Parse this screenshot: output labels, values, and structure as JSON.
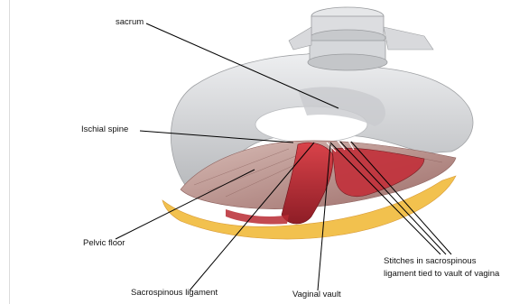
{
  "figure": {
    "labels": {
      "sacrum": "sacrum",
      "ischial_spine": "Ischial spine",
      "pelvic_floor": "Pelvic floor",
      "sacrospinous_ligament": "Sacrospinous ligament",
      "vaginal_vault": "Vaginal vault",
      "stitches_line1": "Stitches in sacrospinous",
      "stitches_line2": "ligament tied to vault of vagina"
    },
    "colors": {
      "bone": "#d9dadc",
      "bone_shadow": "#a9abae",
      "muscle": "#c9a7a3",
      "tissue_red": "#c2303a",
      "fat_yellow": "#f2c14e",
      "leader": "#000000"
    }
  }
}
